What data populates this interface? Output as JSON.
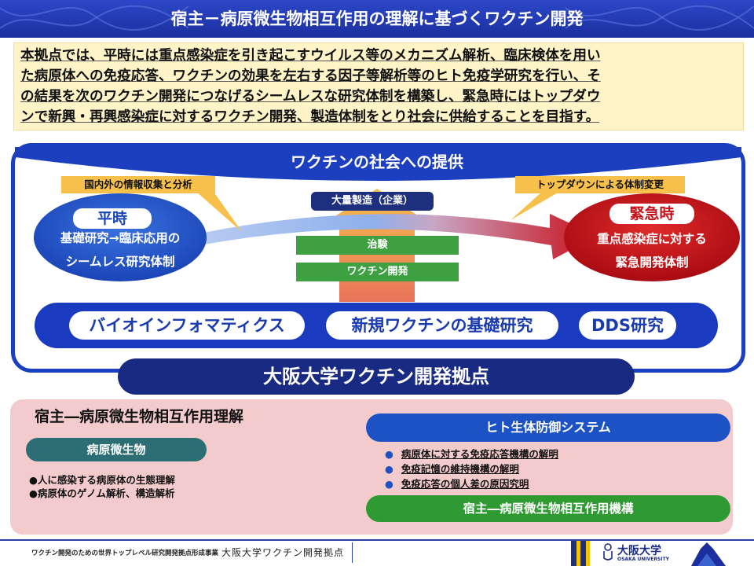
{
  "header": {
    "title": "宿主－病原微生物相互作用の理解に基づくワクチン開発"
  },
  "intro": {
    "lines": [
      "本拠点では、平時には重点感染症を引き起こすウイルス等のメカニズム解析、臨床検体を用い",
      "た病原体への免疫応答、ワクチンの効果を左右する因子等解析等のヒト免疫学研究を行い、そ",
      "の結果を次のワクチン開発につなげるシームレスな研究体制を構築し、緊急時にはトップダウ",
      "ンで新興・再興感染症に対するワクチン開発、製造体制をとり社会に供給することを目指す。"
    ]
  },
  "provision": {
    "title": "ワクチンの社会への提供",
    "tag_left": "国内外の情報収集と分析",
    "tag_right": "トップダウンによる体制変更",
    "mass_production": "大量製造（企業）",
    "steps": [
      "治験",
      "ワクチン開発"
    ]
  },
  "peacetime": {
    "label": "平時",
    "line1": "基礎研究→臨床応用の",
    "line2": "シームレス研究体制"
  },
  "emergency": {
    "label": "緊急時",
    "line1": "重点感染症に対する",
    "line2": "緊急開発体制"
  },
  "research": [
    "バイオインフォマティクス",
    "新規ワクチンの基礎研究",
    "DDS研究"
  ],
  "hub": {
    "title": "大阪大学ワクチン開発拠点"
  },
  "lower": {
    "title": "宿主―病原微生物相互作用理解",
    "pathogen": {
      "head": "病原微生物",
      "bullets": [
        "人に感染する病原体の生態理解",
        "病原体のゲノム解析、構造解析"
      ]
    },
    "defense": {
      "head": "ヒト生体防御システム",
      "bullets": [
        "病原体に対する免疫応答機構の解明",
        "免疫記憶の維持機構の解明",
        "免疫応答の個人差の原因究明"
      ]
    },
    "mechanism": {
      "head": "宿主―病原微生物相互作用機構"
    }
  },
  "footer": {
    "program": "ワクチン開発のための世界トップレベル研究開発拠点形成事業",
    "hub": "大阪大学ワクチン開発拠点",
    "university_ja": "大阪大学",
    "university_en": "OSAKA UNIVERSITY"
  },
  "colors": {
    "header_blue": "#1b2f9e",
    "panel_blue": "#1c3fbf",
    "hub_navy": "#182a82",
    "emergency_red": "#c8101a",
    "peacetime_blue": "#1f53c6",
    "tag_gold": "#f6c04a",
    "step_green": "#3ea041",
    "lower_pink": "#f4cbcc",
    "intro_yellow": "#fff4c7"
  }
}
